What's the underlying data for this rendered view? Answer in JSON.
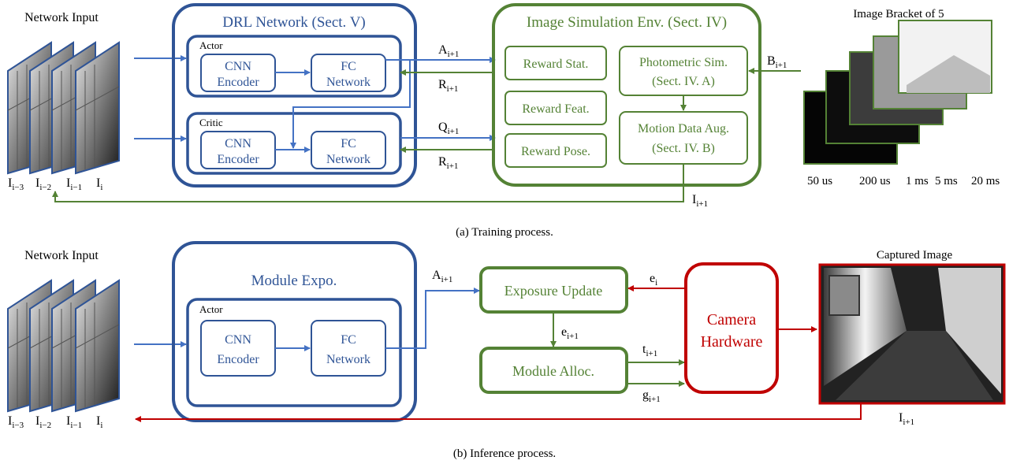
{
  "training": {
    "network_input_title": "Network Input",
    "frame_labels": [
      {
        "main": "I",
        "sub": "i−3"
      },
      {
        "main": "I",
        "sub": "i−2"
      },
      {
        "main": "I",
        "sub": "i−1"
      },
      {
        "main": "I",
        "sub": "i"
      }
    ],
    "drl_title": "DRL Network (Sect. V)",
    "actor_label": "Actor",
    "critic_label": "Critic",
    "cnn_line1": "CNN",
    "cnn_line2": "Encoder",
    "fc_line1": "FC",
    "fc_line2": "Network",
    "sim_title": "Image Simulation Env. (Sect. IV)",
    "reward_stat": "Reward Stat.",
    "reward_feat": "Reward Feat.",
    "reward_pose": "Reward Pose.",
    "photometric_line1": "Photometric Sim.",
    "photometric_line2": "(Sect. IV. A)",
    "motion_line1": "Motion Data Aug.",
    "motion_line2": "(Sect. IV. B)",
    "signals": {
      "A": {
        "main": "A",
        "sub": "i+1"
      },
      "R1": {
        "main": "R",
        "sub": "i+1"
      },
      "Q": {
        "main": "Q",
        "sub": "i+1"
      },
      "R2": {
        "main": "R",
        "sub": "i+1"
      },
      "B": {
        "main": "B",
        "sub": "i+1"
      },
      "I": {
        "main": "I",
        "sub": "i+1"
      }
    },
    "bracket_title": "Image Bracket of 5",
    "exposures": [
      "50 us",
      "200 us",
      "1 ms",
      "5 ms",
      "20 ms"
    ],
    "caption": "(a) Training process."
  },
  "inference": {
    "network_input_title": "Network Input",
    "frame_labels": [
      {
        "main": "I",
        "sub": "i−3"
      },
      {
        "main": "I",
        "sub": "i−2"
      },
      {
        "main": "I",
        "sub": "i−1"
      },
      {
        "main": "I",
        "sub": "i"
      }
    ],
    "module_title": "Module Expo.",
    "actor_label": "Actor",
    "cnn_line1": "CNN",
    "cnn_line2": "Encoder",
    "fc_line1": "FC",
    "fc_line2": "Network",
    "exposure_update": "Exposure Update",
    "module_alloc": "Module Alloc.",
    "camera_line1": "Camera",
    "camera_line2": "Hardware",
    "captured_title": "Captured Image",
    "signals": {
      "A": {
        "main": "A",
        "sub": "i+1"
      },
      "e": {
        "main": "e",
        "sub": "i"
      },
      "e_next": {
        "main": "e",
        "sub": "i+1"
      },
      "t": {
        "main": "t",
        "sub": "i+1"
      },
      "g": {
        "main": "g",
        "sub": "i+1"
      },
      "I": {
        "main": "I",
        "sub": "i+1"
      }
    },
    "caption": "(b) Inference process."
  },
  "colors": {
    "blue": "#2f5496",
    "green": "#548235",
    "red": "#c00000",
    "arrow_blue": "#4472c4"
  }
}
